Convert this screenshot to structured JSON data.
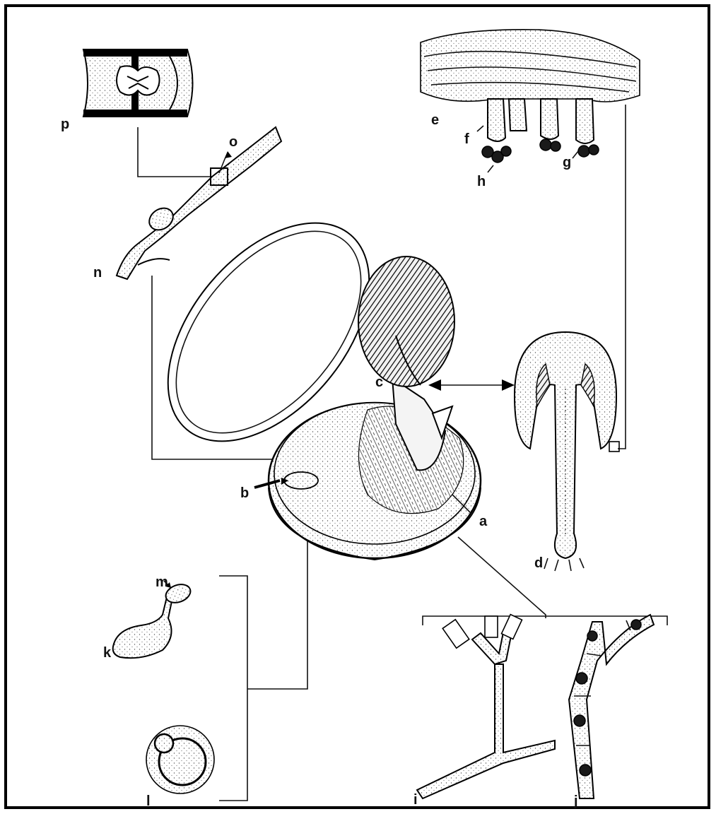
{
  "labels": {
    "a": "a",
    "b": "b",
    "c": "c",
    "d": "d",
    "e": "e",
    "f": "f",
    "g": "g",
    "h": "h",
    "i": "i",
    "j": "j",
    "k": "k",
    "l": "l",
    "m": "m",
    "n": "n",
    "o": "o",
    "p": "p"
  },
  "colors": {
    "ink": "#000000",
    "paper": "#ffffff"
  }
}
